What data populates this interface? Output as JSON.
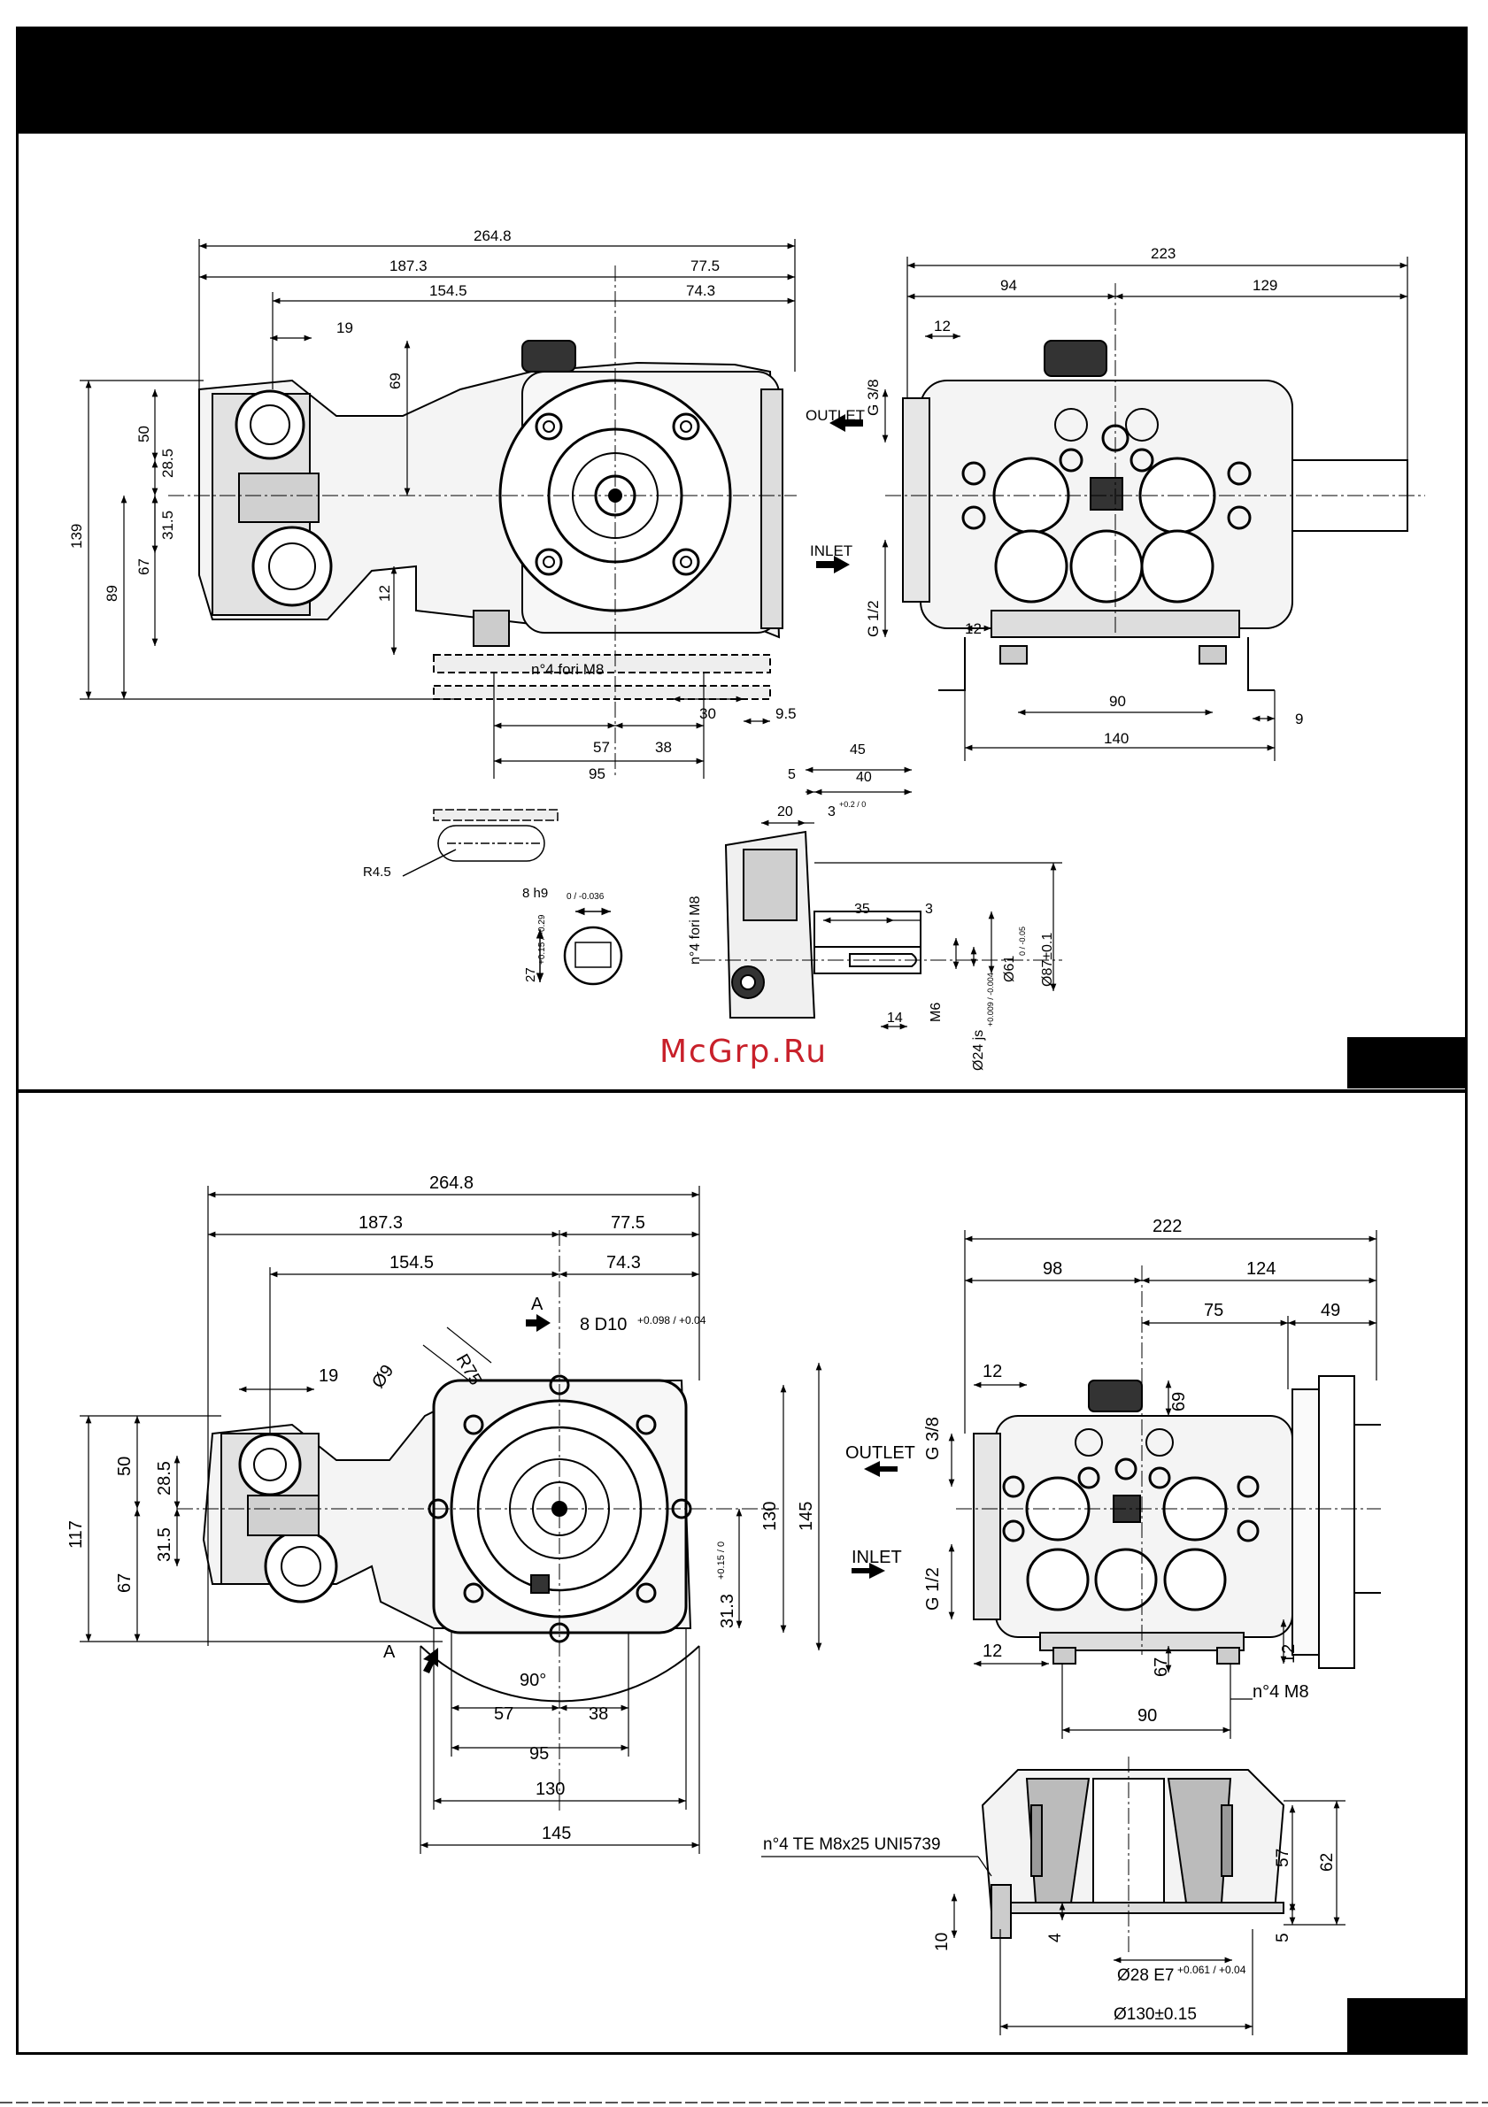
{
  "watermark": "McGrp.Ru",
  "top": {
    "side": {
      "d_264": "264.8",
      "d_187": "187.3",
      "d_77": "77.5",
      "d_154": "154.5",
      "d_74": "74.3",
      "d_19": "19",
      "d_69": "69",
      "d_50": "50",
      "d_28": "28.5",
      "d_31": "31.5",
      "d_139": "139",
      "d_67": "67",
      "d_89": "89",
      "d_12": "12",
      "holes": "n°4 fori M8",
      "d_57": "57",
      "d_38": "38",
      "d_30": "30",
      "d_9_5": "9.5",
      "d_95": "95"
    },
    "front": {
      "d_223": "223",
      "d_94": "94",
      "d_129": "129",
      "d_12": "12",
      "g38": "G 3/8",
      "outlet": "OUTLET",
      "inlet": "INLET",
      "g12": "G 1/2",
      "d_12b": "12",
      "d_90": "90",
      "d_9": "9",
      "d_140": "140"
    },
    "key": {
      "r45": "R4.5",
      "w8": "8 h9",
      "w8_tol": "0 / -0.036",
      "h27": "27",
      "h27_tol": "+0.15 / -0.29"
    },
    "shaft": {
      "d_45": "45",
      "d_5": "5",
      "d_40": "40",
      "d_20": "20",
      "d_3": "3",
      "d_3_tol": "+0.2 / 0",
      "holes": "n°4 fori M8",
      "d_35": "35",
      "d_3b": "3",
      "d_61": "Ø61",
      "d_61_tol": "0 / -0.05",
      "d_87": "Ø87±0.1",
      "d_14": "14",
      "m6": "M6",
      "d_24": "Ø24 js",
      "d_24_tol": "+0.009 / -0.004"
    }
  },
  "bottom": {
    "side": {
      "d_264": "264.8",
      "d_187": "187.3",
      "d_77": "77.5",
      "d_154": "154.5",
      "d_74": "74.3",
      "a_top": "A",
      "key": "8 D10",
      "key_tol": "+0.098 / +0.04",
      "d_19": "19",
      "phi9": "Ø9",
      "r75": "R75",
      "d_50": "50",
      "d_28": "28.5",
      "d_117": "117",
      "d_31": "31.5",
      "d_67": "67",
      "d_130v": "130",
      "d_145v": "145",
      "d_31_3": "31.3",
      "d_31_3_tol": "+0.15 / 0",
      "a_bot": "A",
      "angle": "90°",
      "d_57": "57",
      "d_38": "38",
      "d_95": "95",
      "d_130": "130",
      "d_145": "145"
    },
    "front": {
      "d_222": "222",
      "d_98": "98",
      "d_124": "124",
      "d_75": "75",
      "d_49": "49",
      "d_12": "12",
      "d_69": "69",
      "g38": "G 3/8",
      "outlet": "OUTLET",
      "inlet": "INLET",
      "g12": "G 1/2",
      "d_12b": "12",
      "d_67": "67",
      "d_12c": "12",
      "holes": "n°4 M8",
      "d_90": "90"
    },
    "section": {
      "screws": "n°4 TE M8x25 UNI5739",
      "d_57": "57",
      "d_62": "62",
      "d_10": "10",
      "d_4": "4",
      "d_5": "5",
      "d_28": "Ø28 E7",
      "d_28_tol": "+0.061 / +0.04",
      "d_130": "Ø130±0.15"
    }
  }
}
